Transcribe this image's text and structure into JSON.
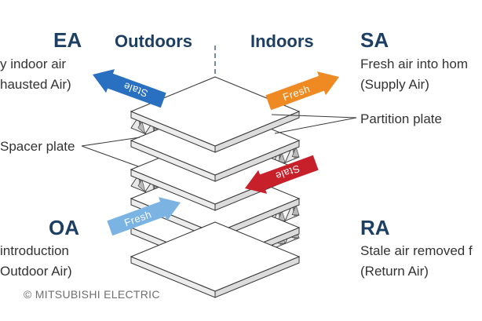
{
  "headings": {
    "outdoors": "Outdoors",
    "indoors": "Indoors"
  },
  "left": {
    "ea": {
      "code": "EA",
      "line1": "y indoor air",
      "line2": "hausted Air)"
    },
    "spacer": "Spacer plate",
    "oa": {
      "code": "OA",
      "line1": "introduction",
      "line2": "Outdoor Air)"
    }
  },
  "right": {
    "sa": {
      "code": "SA",
      "line1": "Fresh air into hom",
      "line2": "(Supply Air)"
    },
    "partition": "Partition plate",
    "ra": {
      "code": "RA",
      "line1": "Stale air removed f",
      "line2": "(Return Air)"
    }
  },
  "arrows": {
    "exhaust": {
      "label": "Stale",
      "color": "#2a70c0"
    },
    "supply": {
      "label": "Fresh",
      "color": "#ef8a23"
    },
    "return": {
      "label": "Stale",
      "color": "#c8202a"
    },
    "intake": {
      "label": "Fresh",
      "color": "#7bb4e2"
    }
  },
  "colors": {
    "navy": "#1d3f63",
    "text": "#333333",
    "plate_stroke": "#3a3a3a",
    "corrugation_light": "#e8e8e8",
    "corrugation_dark": "#7e7e7e"
  },
  "credit": "© MITSUBISHI ELECTRIC"
}
